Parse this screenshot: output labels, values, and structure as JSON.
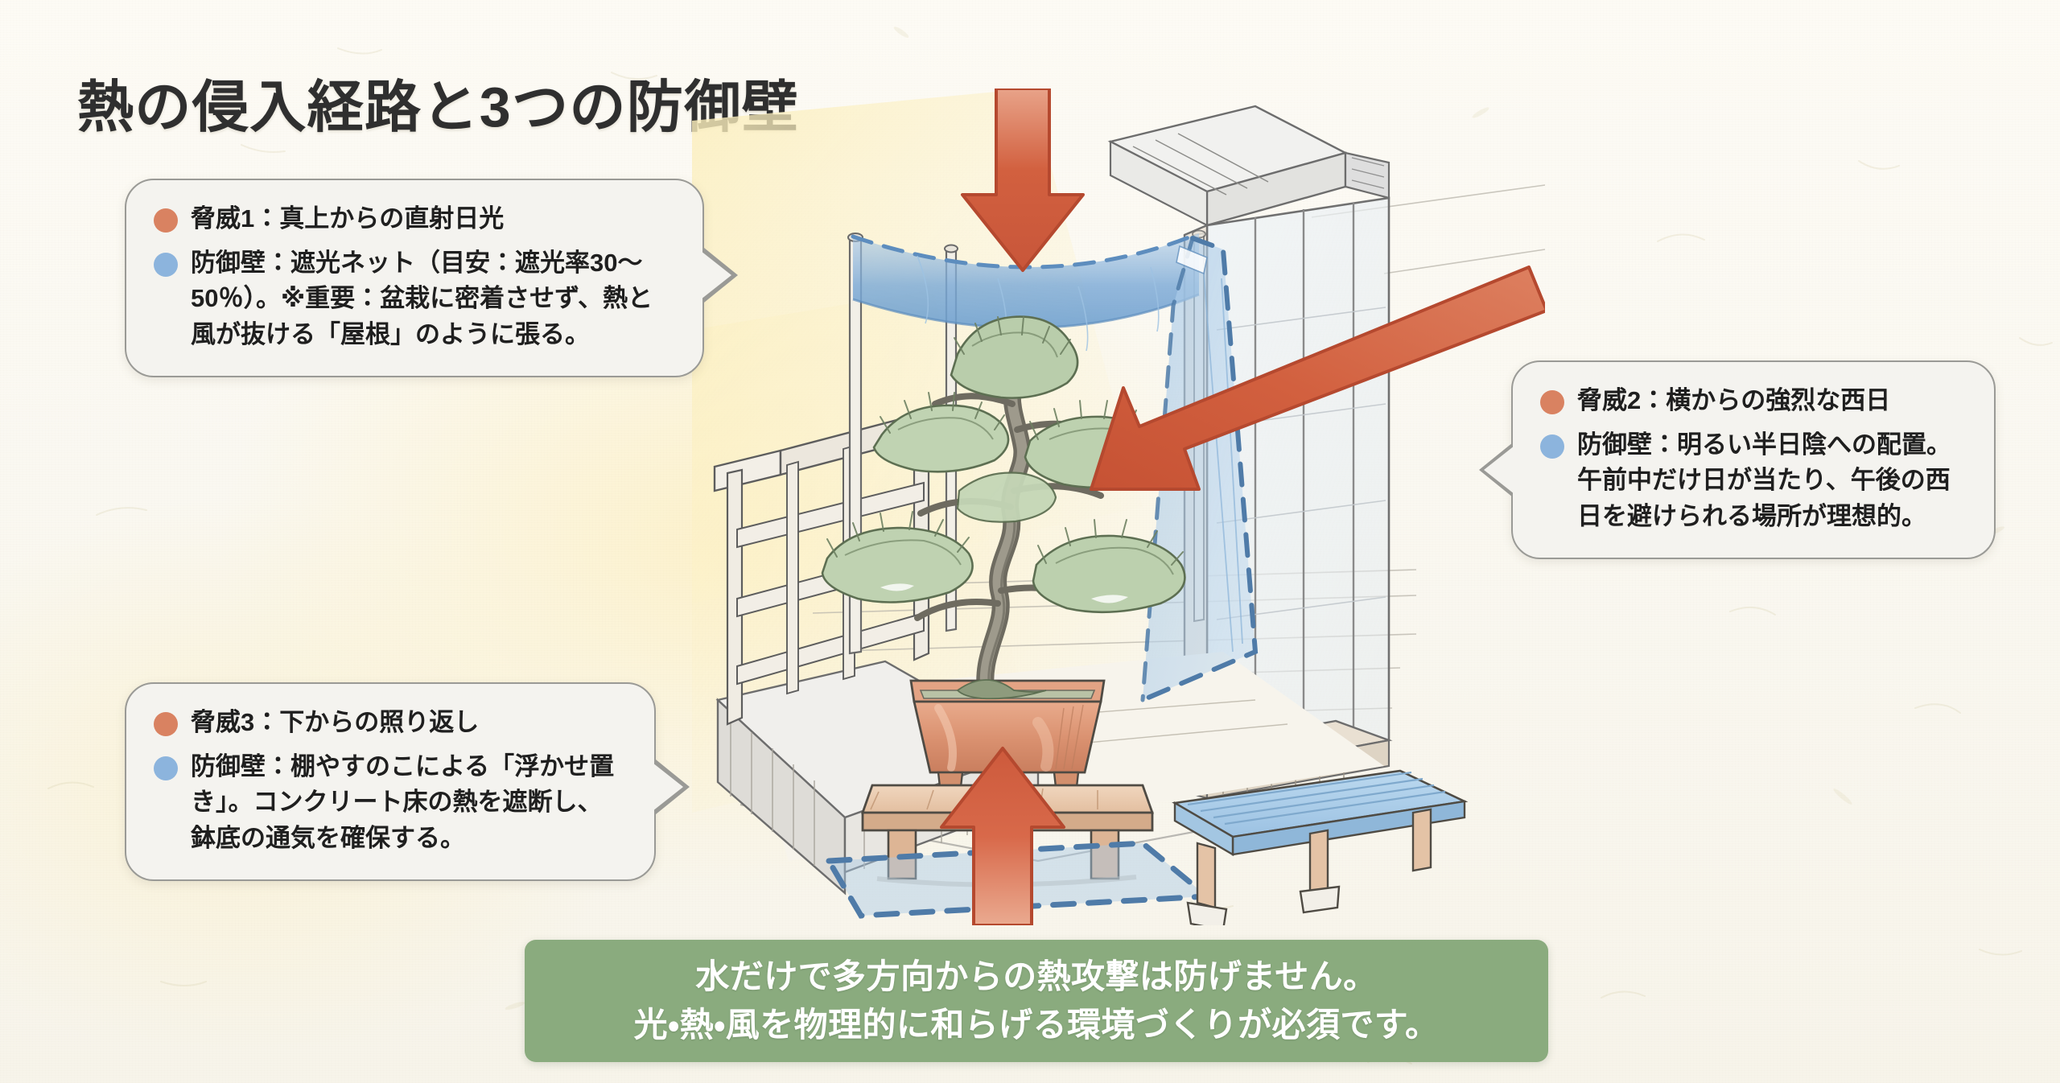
{
  "page": {
    "title": "熱の侵入経路と3つの防御壁",
    "background_color": "#faf8f2",
    "accent_threat_color": "#d98261",
    "accent_wall_color": "#8cb4dd",
    "banner_color": "#8aab7e"
  },
  "callouts": [
    {
      "id": "threat-1",
      "threat_label": "脅威1：真上からの直射日光",
      "wall_label": "防御壁：遮光ネット（目安：遮光率30〜50％）。※重要：盆栽に密着させず、熱と風が抜ける「屋根」のように張る。"
    },
    {
      "id": "threat-2",
      "threat_label": "脅威2：横からの強烈な西日",
      "wall_label": "防御壁：明るい半日陰への配置。午前中だけ日が当たり、午後の西日を避けられる場所が理想的。"
    },
    {
      "id": "threat-3",
      "threat_label": "脅威3：下からの照り返し",
      "wall_label": "防御壁：棚やすのこによる「浮かせ置き」。コンクリート床の熱を遮断し、鉢底の通気を確保する。"
    }
  ],
  "banner": {
    "line1": "水だけで多方向からの熱攻撃は防げません。",
    "line2": "光・熱・風を物理的に和らげる環境づくりが必須です。"
  },
  "illustration": {
    "description": "balcony-bonsai-scene",
    "elements": [
      "heat-arrow-top",
      "heat-arrow-side",
      "heat-arrow-bottom",
      "shade-net-canopy",
      "shade-net-side-panel",
      "suttoko-shelf-zone",
      "bonsai-pine-tree",
      "bonsai-pot",
      "wooden-stand",
      "balcony-railing",
      "sliding-glass-door",
      "drying-rack"
    ]
  }
}
